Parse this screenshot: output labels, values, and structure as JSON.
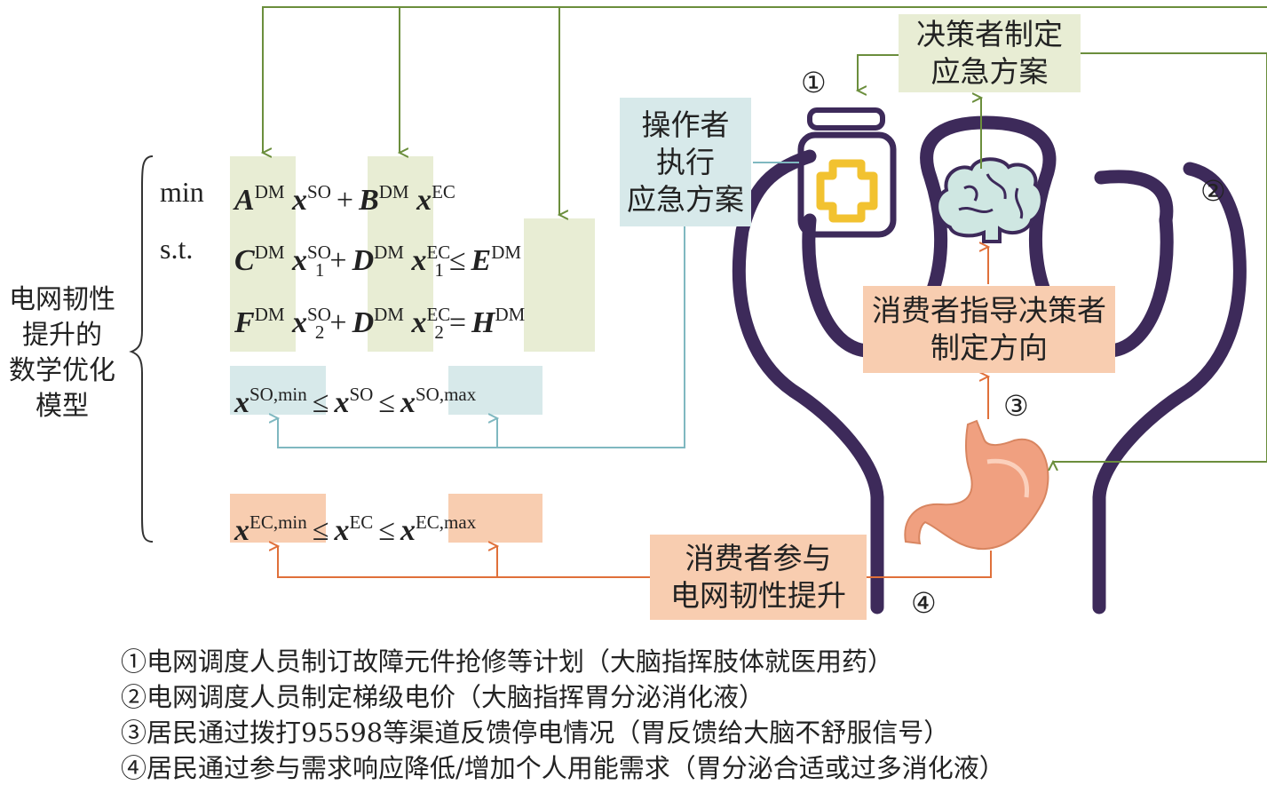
{
  "side_label": "电网韧性\n提升的\n数学优化\n模型",
  "equations": {
    "min_kw": "min",
    "st_kw": "s.t.",
    "ineq": "≤",
    "eq": "=",
    "plus": "+",
    "sym": {
      "A": "A",
      "B": "B",
      "C": "C",
      "D": "D",
      "E": "E",
      "F": "F",
      "H": "H",
      "x": "x",
      "DM": "DM",
      "SO": "SO",
      "EC": "EC",
      "one": "1",
      "two": "2",
      "so_min": "SO,min",
      "so_max": "SO,max",
      "ec_min": "EC,min",
      "ec_max": "EC,max"
    }
  },
  "boxes": {
    "decision": "决策者制定\n应急方案",
    "operator": "操作者\n执行\n应急方案",
    "consumer_guide": "消费者指导决策者\n制定方向",
    "consumer_participate": "消费者参与\n电网韧性提升"
  },
  "markers": {
    "m1": "①",
    "m2": "②",
    "m3": "③",
    "m4": "④"
  },
  "legend": [
    "①电网调度人员制订故障元件抢修等计划（大脑指挥肢体就医用药）",
    "②电网调度人员制定梯级电价（大脑指挥胃分泌消化液）",
    "③居民通过拨打95598等渠道反馈停电情况（胃反馈给大脑不舒服信号）",
    "④居民通过参与需求响应降低/增加个人用能需求（胃分泌合适或过多消化液）"
  ],
  "colors": {
    "green_box": "#e8edd4",
    "blue_box": "#d7e9ea",
    "orange_box": "#f8cdb0",
    "green_line": "#6b8e3c",
    "blue_line": "#7fb8c0",
    "orange_line": "#e0703a",
    "body_outline": "#3d2a5a",
    "medicine_yellow": "#f2c230",
    "stomach": "#f0a080"
  },
  "icons": [
    "medicine-jar-icon",
    "brain-icon",
    "stomach-icon",
    "body-outline-icon",
    "brace-icon"
  ]
}
